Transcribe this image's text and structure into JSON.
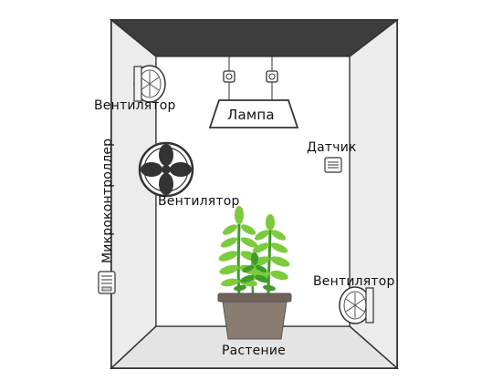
{
  "labels": {
    "fan_top": "Вентилятор",
    "fan_middle": "Вентилятор",
    "fan_bottom": "Вентилятор",
    "lamp": "Лампа",
    "sensor": "Датчик",
    "microcontroller": "Микроконтроллер",
    "plant": "Растение"
  },
  "colors": {
    "box_outline": "#333333",
    "box_fill": "#ffffff",
    "ceiling": "#3d3d3d",
    "side_wall": "#ececec",
    "floor": "#e4e4e4",
    "pot": "#8a7c70",
    "pot_rim": "#6f635a",
    "leaf_light": "#7ccb3d",
    "leaf_dark": "#3f9b2a"
  },
  "icons": {
    "fan": "fan-icon",
    "lamp": "lamp-icon",
    "bulb": "light-bulb-icon",
    "sensor": "sensor-icon",
    "microcontroller": "microcontroller-icon",
    "plant": "plant-icon"
  }
}
